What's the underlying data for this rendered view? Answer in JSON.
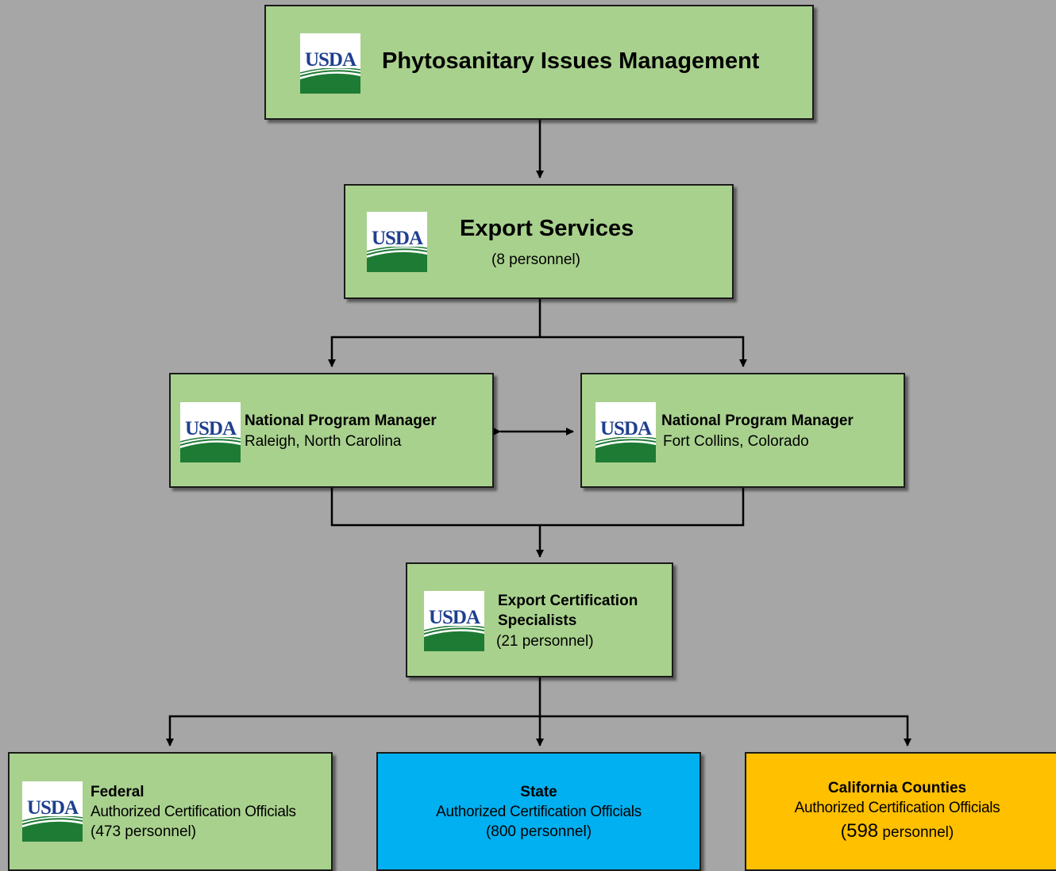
{
  "logo_text": "USDA",
  "colors": {
    "background": "#a6a6a6",
    "green_box": "#a9d18e",
    "state_box": "#00b0f0",
    "county_box": "#ffc000",
    "usda_blue": "#1f3f8f",
    "usda_green": "#1e7b34"
  },
  "nodes": {
    "pim": {
      "title": "Phytosanitary Issues Management"
    },
    "export_services": {
      "title": "Export Services",
      "detail": "(8 personnel)"
    },
    "npm_raleigh": {
      "title": "National Program Manager",
      "location": "Raleigh, North Carolina"
    },
    "npm_fort_collins": {
      "title": "National Program Manager",
      "location": "Fort Collins, Colorado"
    },
    "ecs": {
      "title_line1": "Export Certification",
      "title_line2": "Specialists",
      "detail": "(21 personnel)"
    },
    "federal": {
      "title": "Federal",
      "subtitle": "Authorized Certification Officials",
      "detail": "(473 personnel)"
    },
    "state": {
      "title": "State",
      "subtitle": "Authorized Certification Officials",
      "detail": "(800 personnel)"
    },
    "counties": {
      "title": "California Counties",
      "subtitle": "Authorized Certification Officials",
      "detail_paren_open": "(",
      "detail_number": "598",
      "detail_rest": " personnel)"
    }
  }
}
